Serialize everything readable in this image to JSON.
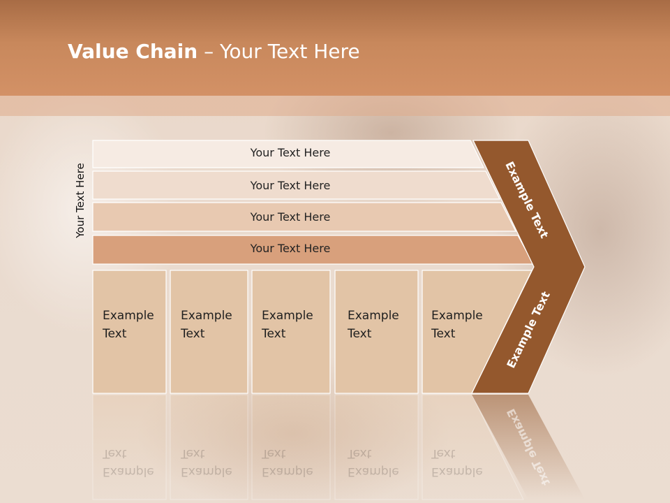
{
  "slide": {
    "title_bold": "Value Chain",
    "title_rest": " – Your Text Here",
    "side_label": "Your Text Here",
    "bars": [
      "Your Text Here",
      "Your Text Here",
      "Your Text Here",
      "Your Text Here"
    ],
    "columns": [
      {
        "line1": "Example",
        "line2": "Text"
      },
      {
        "line1": "Example",
        "line2": "Text"
      },
      {
        "line1": "Example",
        "line2": "Text"
      },
      {
        "line1": "Example",
        "line2": "Text"
      },
      {
        "line1": "Example",
        "line2": "Text"
      }
    ],
    "arrow_top_text": "Example Text",
    "arrow_bottom_text": "Example Text"
  },
  "colors": {
    "header": "#c8885c",
    "bar1": "#f6ebe3",
    "bar2": "#efdcce",
    "bar3": "#e8c9b1",
    "bar4": "#d8a07c",
    "column": "#e2c4a6",
    "arrow": "#94582d"
  }
}
